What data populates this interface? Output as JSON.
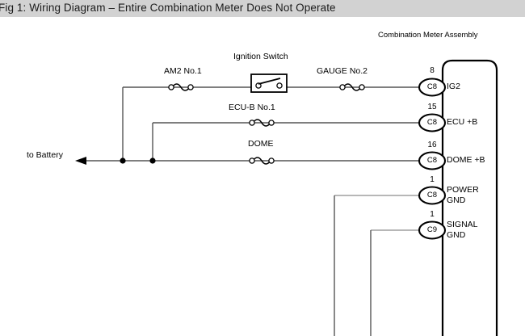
{
  "titlebar": {
    "text": "Fig 1: Wiring Diagram – Entire Combination Meter Does Not Operate"
  },
  "diagram": {
    "assembly_label": "Combination Meter Assembly",
    "battery_label": "to Battery",
    "switch_label": "Ignition Switch",
    "fuses": [
      {
        "name": "AM2 No.1"
      },
      {
        "name": "GAUGE No.2"
      },
      {
        "name": "ECU-B No.1"
      },
      {
        "name": "DOME"
      }
    ],
    "terminals": [
      {
        "pin": "8",
        "connector": "C8",
        "line1": "IG2",
        "line2": ""
      },
      {
        "pin": "15",
        "connector": "C8",
        "line1": "ECU +B",
        "line2": ""
      },
      {
        "pin": "16",
        "connector": "C8",
        "line1": "DOME +B",
        "line2": ""
      },
      {
        "pin": "1",
        "connector": "C8",
        "line1": "POWER",
        "line2": "GND"
      },
      {
        "pin": "1",
        "connector": "C9",
        "line1": "SIGNAL",
        "line2": "GND"
      }
    ],
    "colors": {
      "titlebar_bg": "#d2d2d2",
      "wire": "#555555",
      "outline": "#000000",
      "text": "#000000",
      "page_bg": "#ffffff"
    }
  }
}
